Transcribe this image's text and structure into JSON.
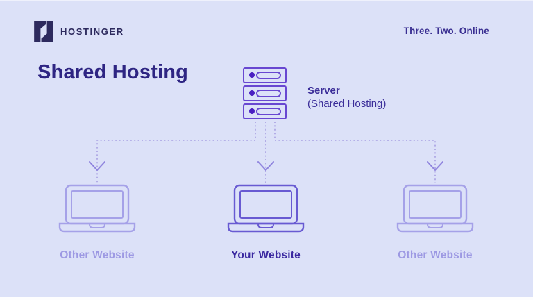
{
  "header": {
    "brand": "HOSTINGER",
    "tagline": "Three. Two. Online"
  },
  "title": "Shared Hosting",
  "server": {
    "label": "Server",
    "sublabel": "(Shared Hosting)"
  },
  "nodes": [
    {
      "label": "Other Website",
      "type": "other"
    },
    {
      "label": "Your Website",
      "type": "yours"
    },
    {
      "label": "Other Website",
      "type": "other"
    }
  ],
  "icons": {
    "logo": "hostinger-h-icon",
    "server": "server-rack-icon",
    "laptop": "laptop-icon",
    "arrow": "arrow-down-icon"
  },
  "colors": {
    "background": "#dce1f8",
    "brand_navy": "#2d2a5e",
    "title_indigo": "#2e2583",
    "tagline_indigo": "#3a2f92",
    "server_outline": "#6847d1",
    "server_dot": "#4a1fc2",
    "server_caption": "#3b2d99",
    "connector": "#a79fe2",
    "arrow": "#8f84de",
    "laptop_muted": "#a5a1e8",
    "laptop_accent": "#685ad2",
    "label_muted": "#9d99e3",
    "label_accent": "#3a28a0"
  }
}
